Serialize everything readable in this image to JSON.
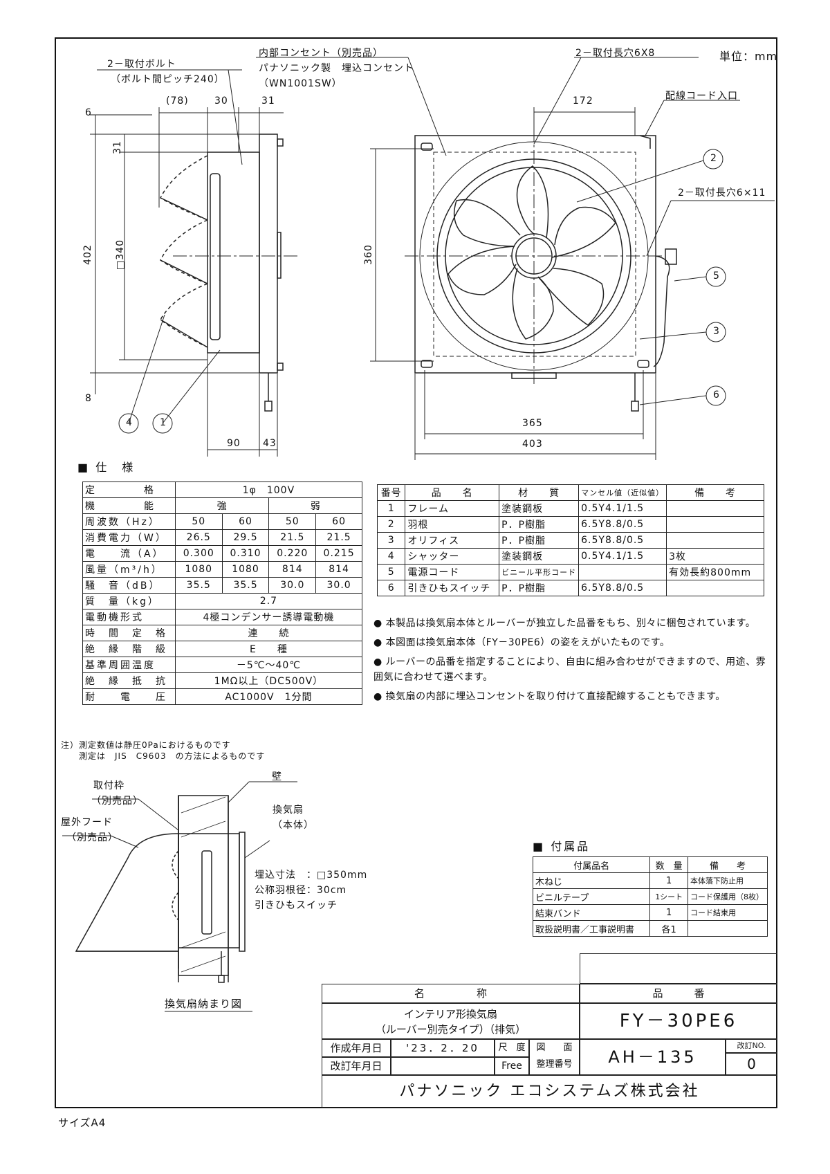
{
  "header": {
    "unit": "単位：mm",
    "size": "サイズA4"
  },
  "drawing": {
    "side_labels": {
      "bolt": "2－取付ボルト",
      "bolt_pitch": "（ボルト間ピッチ240）",
      "outlet": "内部コンセント（別売品）",
      "outlet_maker": "パナソニック製　埋込コンセント",
      "outlet_model": "（WN1001SW）",
      "dim_78": "(78)",
      "dim_30": "30",
      "dim_31": "31",
      "dim_6": "6",
      "dim_31b": "31",
      "dim_402": "402",
      "dim_340": "□340",
      "dim_8": "8",
      "dim_90": "90",
      "dim_43": "43",
      "callout_4": "4",
      "callout_1": "1"
    },
    "front_labels": {
      "slot_top": "2－取付長穴6X8",
      "dim_172": "172",
      "cord_inlet": "配線コード入口",
      "slot_side": "2－取付長穴6×11",
      "dim_360": "360",
      "dim_365": "365",
      "dim_403": "403",
      "callout_2": "2",
      "callout_5": "5",
      "callout_3": "3",
      "callout_6": "6"
    }
  },
  "spec": {
    "heading": "仕　様",
    "rows": [
      {
        "label": "定　　　　格",
        "cells": [
          "1φ　100V"
        ]
      },
      {
        "label": "機　　　　能",
        "cells": [
          "強",
          "弱"
        ]
      },
      {
        "label": "周波数（Hz）",
        "cells": [
          "50",
          "60",
          "50",
          "60"
        ]
      },
      {
        "label": "消費電力（W）",
        "cells": [
          "26.5",
          "29.5",
          "21.5",
          "21.5"
        ]
      },
      {
        "label": "電　　流（A）",
        "cells": [
          "0.300",
          "0.310",
          "0.220",
          "0.215"
        ]
      },
      {
        "label": "風量（m³/h）",
        "cells": [
          "1080",
          "1080",
          "814",
          "814"
        ]
      },
      {
        "label": "騒　音（dB）",
        "cells": [
          "35.5",
          "35.5",
          "30.0",
          "30.0"
        ]
      },
      {
        "label": "質　量（kg）",
        "cells": [
          "2.7"
        ]
      },
      {
        "label": "電動機形式",
        "cells": [
          "4極コンデンサー誘導電動機"
        ]
      },
      {
        "label": "時　間　定　格",
        "cells": [
          "連　　続"
        ]
      },
      {
        "label": "絶　縁　階　級",
        "cells": [
          "E　　種"
        ]
      },
      {
        "label": "基準周囲温度",
        "cells": [
          "－5℃～40℃"
        ]
      },
      {
        "label": "絶　縁　抵　抗",
        "cells": [
          "1MΩ以上（DC500V）"
        ]
      },
      {
        "label": "耐　　電　　圧",
        "cells": [
          "AC1000V　1分間"
        ]
      }
    ],
    "note1": "注）測定数値は静圧0Paにおけるものです",
    "note2": "測定は　JIS　C9603　の方法によるものです"
  },
  "parts": {
    "headers": [
      "番号",
      "品　　名",
      "材　　質",
      "マンセル値（近似値）",
      "備　　考"
    ],
    "rows": [
      [
        "1",
        "フレーム",
        "塗装鋼板",
        "0.5Y4.1/1.5",
        ""
      ],
      [
        "2",
        "羽根",
        "P．P樹脂",
        "6.5Y8.8/0.5",
        ""
      ],
      [
        "3",
        "オリフィス",
        "P．P樹脂",
        "6.5Y8.8/0.5",
        ""
      ],
      [
        "4",
        "シャッター",
        "塗装鋼板",
        "0.5Y4.1/1.5",
        "3枚"
      ],
      [
        "5",
        "電源コード",
        "ビニール平形コード",
        "",
        "有効長約800mm"
      ],
      [
        "6",
        "引きひもスイッチ",
        "P．P樹脂",
        "6.5Y8.8/0.5",
        ""
      ]
    ]
  },
  "notes": [
    "本製品は換気扇本体とルーバーが独立した品番をもち、別々に梱包されています。",
    "本図面は換気扇本体（FY－30PE6）の姿をえがいたものです。",
    "ルーバーの品番を指定することにより、自由に組み合わせができますので、用途、雰囲気に合わせて選べます。",
    "換気扇の内部に埋込コンセントを取り付けて直接配線することもできます。"
  ],
  "install": {
    "frame": "取付枠",
    "frame_sub": "（別売品）",
    "hood": "屋外フード",
    "hood_sub": "（別売品）",
    "wall": "壁",
    "fan": "換気扇",
    "fan_sub": "（本体）",
    "spec1": "埋込寸法　：□350mm",
    "spec2": "公称羽根径：30cm",
    "spec3": "引きひもスイッチ",
    "caption": "換気扇納まり図"
  },
  "accessories": {
    "heading": "付属品",
    "headers": [
      "付属品名",
      "数　量",
      "備　　考"
    ],
    "rows": [
      [
        "木ねじ",
        "1",
        "本体落下防止用"
      ],
      [
        "ビニルテープ",
        "1シート",
        "コード保護用（8枚）"
      ],
      [
        "結束バンド",
        "1",
        "コード結束用"
      ],
      [
        "取扱説明書／工事説明書",
        "各1",
        ""
      ]
    ]
  },
  "title_block": {
    "name_h": "名　　　　　称",
    "number_h": "品　　　番",
    "name1": "インテリア形換気扇",
    "name2": "（ルーバー別売タイプ）（排気）",
    "model": "FY－30PE6",
    "created_label": "作成年月日",
    "created": "'23．2．20",
    "revised_label": "改訂年月日",
    "scale_label": "尺　度",
    "scale": "Free",
    "drawing_label": "図　　面",
    "drawing_label2": "整理番号",
    "drawing_no": "AH－135",
    "rev_label": "改訂NO.",
    "rev": "0",
    "company": "パナソニック エコシステムズ株式会社"
  }
}
